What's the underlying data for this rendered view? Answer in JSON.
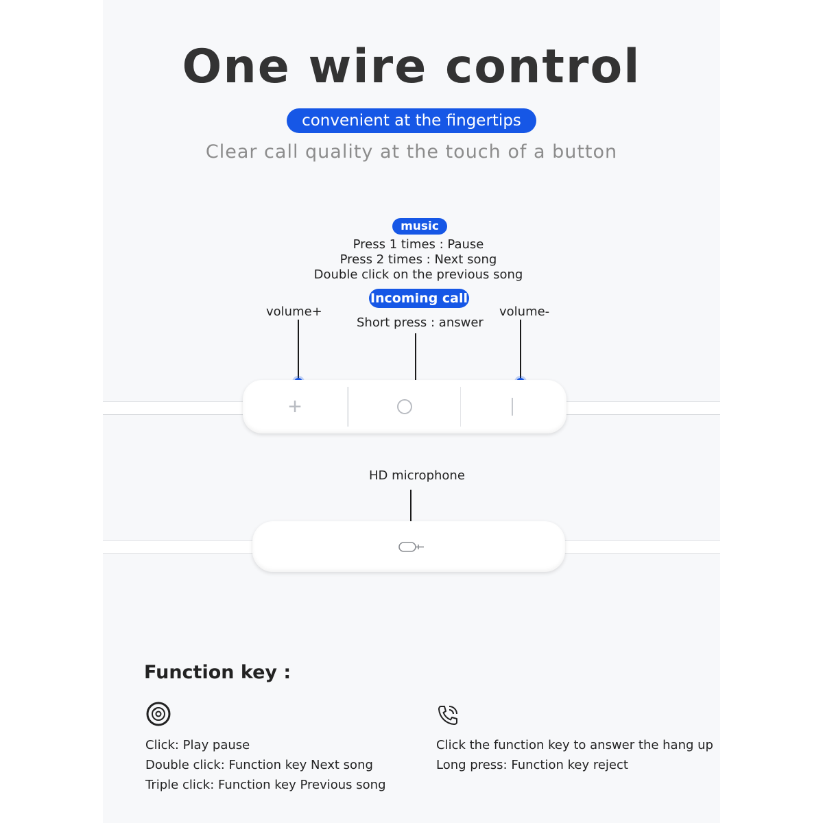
{
  "header": {
    "title": "One wire control",
    "subtitle_pill": "convenient at the fingertips",
    "tagline": "Clear call quality at the touch of a button"
  },
  "callouts": {
    "music_badge": "music",
    "music_lines": [
      "Press 1 times : Pause",
      "Press 2 times : Next song",
      "Double click on the previous song"
    ],
    "call_badge": "Incoming call",
    "call_line": "Short press : answer",
    "volume_plus": "volume+",
    "volume_minus": "volume-",
    "microphone": "HD microphone"
  },
  "remote": {
    "plus_symbol": "+",
    "center_symbol": "○",
    "minus_symbol": "|"
  },
  "function_key": {
    "title": "Function key :",
    "left_icon": "disc-icon",
    "right_icon": "phone-call-icon",
    "left_items": [
      "Click: Play pause",
      "Double click: Function key Next song",
      "Triple click: Function key Previous song"
    ],
    "right_items": [
      "Click the function key to answer the hang up",
      "Long press: Function key reject"
    ]
  },
  "colors": {
    "accent": "#1657e6",
    "title": "#333333",
    "tagline": "#8c8c8c"
  }
}
